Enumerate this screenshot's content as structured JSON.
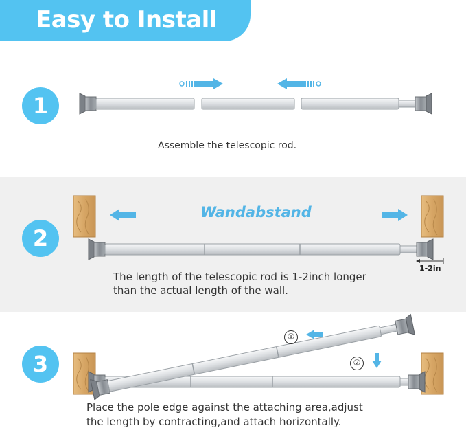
{
  "banner": {
    "title": "Easy to Install"
  },
  "colors": {
    "accent": "#53c3f1",
    "rod": "#d9dde0",
    "cap": "#8f949a",
    "wood": "#d9a968"
  },
  "steps": [
    {
      "number": "1",
      "caption": "Assemble the telescopic rod."
    },
    {
      "number": "2",
      "label": "Wandabstand",
      "gap_label": "1-2in",
      "caption_line1": "The length of the telescopic rod is 1-2inch longer",
      "caption_line2": "than the actual length of the wall."
    },
    {
      "number": "3",
      "marker_1": "①",
      "marker_2": "②",
      "caption_line1": "Place the pole edge against the attaching area,adjust",
      "caption_line2": "the length by contracting,and attach horizontally."
    }
  ]
}
